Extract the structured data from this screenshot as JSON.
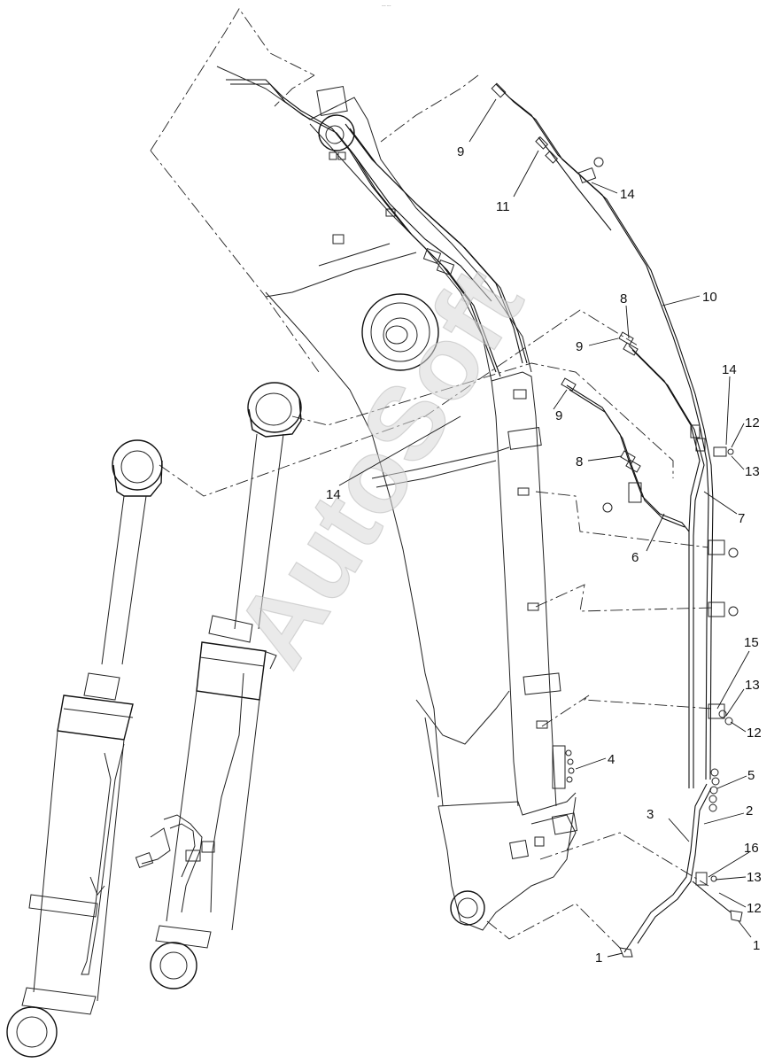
{
  "header_mark": "~~ ~~",
  "watermark": "AutoSoft",
  "callouts": [
    {
      "id": "c9a",
      "text": "9"
    },
    {
      "id": "c11",
      "text": "11"
    },
    {
      "id": "c14a",
      "text": "14"
    },
    {
      "id": "c10",
      "text": "10"
    },
    {
      "id": "c8a",
      "text": "8"
    },
    {
      "id": "c9b",
      "text": "9"
    },
    {
      "id": "c9c",
      "text": "9"
    },
    {
      "id": "c14b",
      "text": "14"
    },
    {
      "id": "c12a",
      "text": "12"
    },
    {
      "id": "c13a",
      "text": "13"
    },
    {
      "id": "c8b",
      "text": "8"
    },
    {
      "id": "c14c",
      "text": "14"
    },
    {
      "id": "c7",
      "text": "7"
    },
    {
      "id": "c6",
      "text": "6"
    },
    {
      "id": "c15",
      "text": "15"
    },
    {
      "id": "c13b",
      "text": "13"
    },
    {
      "id": "c12b",
      "text": "12"
    },
    {
      "id": "c4",
      "text": "4"
    },
    {
      "id": "c5",
      "text": "5"
    },
    {
      "id": "c3",
      "text": "3"
    },
    {
      "id": "c2",
      "text": "2"
    },
    {
      "id": "c16",
      "text": "16"
    },
    {
      "id": "c13c",
      "text": "13"
    },
    {
      "id": "c12c",
      "text": "12"
    },
    {
      "id": "c1a",
      "text": "1"
    },
    {
      "id": "c1b",
      "text": "1"
    }
  ]
}
